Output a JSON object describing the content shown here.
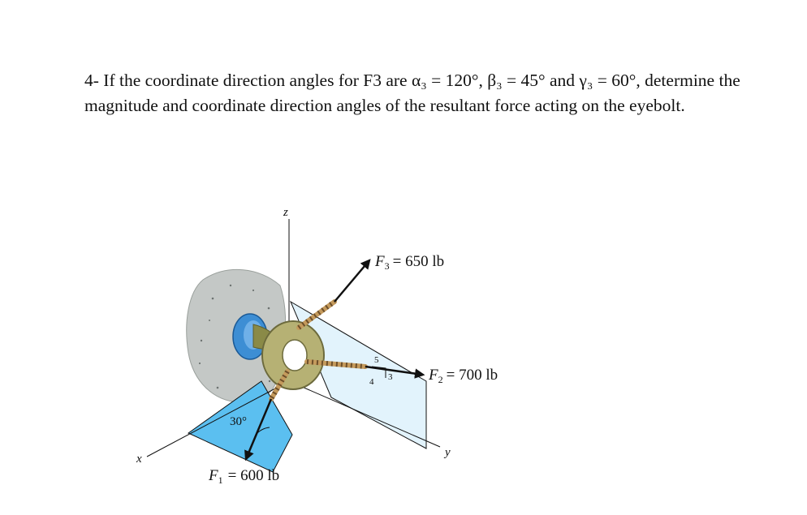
{
  "problem": {
    "number": "4-",
    "text": " If the coordinate direction angles for F3 are α₃ = 120°, β₃ = 45° and γ₃ = 60°, determine the magnitude and coordinate direction angles of the resultant force acting on the eyebolt."
  },
  "figure": {
    "axes": {
      "x": "x",
      "y": "y",
      "z": "z"
    },
    "forces": {
      "F1": {
        "symbol": "F",
        "sub": "1",
        "value": "= 600 lb"
      },
      "F2": {
        "symbol": "F",
        "sub": "2",
        "value": "= 700 lb"
      },
      "F3": {
        "symbol": "F",
        "sub": "3",
        "value": "= 650 lb"
      }
    },
    "angle_label": "30°",
    "slope_triangle": {
      "hyp": "5",
      "base": "4",
      "rise": "3"
    }
  }
}
